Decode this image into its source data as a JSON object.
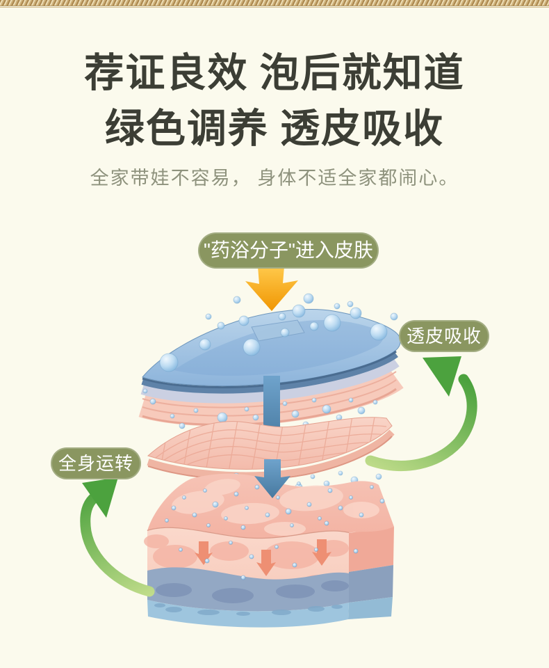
{
  "page": {
    "background": "#FBFAED",
    "frame_color": "#C8AC74"
  },
  "header": {
    "title_line1": "荐证良效 泡后就知道",
    "title_line2": "绿色调养 透皮吸收",
    "subtitle": "全家带娃不容易， 身体不适全家都闹心。"
  },
  "labels": {
    "molecule_entry": "\"药浴分子\"进入皮肤",
    "absorb": "透皮吸收",
    "circulate": "全身运转"
  },
  "colors": {
    "heading_text": "#3C3E35",
    "subtitle_text": "#8E927D",
    "pill_background": "#8A9660",
    "pill_text": "#FFFFFF",
    "orange_arrow": "#F5A313",
    "green_arrow_light": "#C4DE8D",
    "green_arrow_dark": "#4CA23E",
    "blue_arrow": "#4E80A9",
    "skin_surface_blue": "#A9C8E6",
    "skin_pink": "#F7CABB",
    "subcutis_band_blue": "#93A8C4"
  },
  "illustration": {
    "parts": [
      "surface-water-layer",
      "epidermis-layers",
      "dermis-mesh-layer",
      "subcutaneous-tissue-block",
      "molecule-droplets"
    ]
  }
}
